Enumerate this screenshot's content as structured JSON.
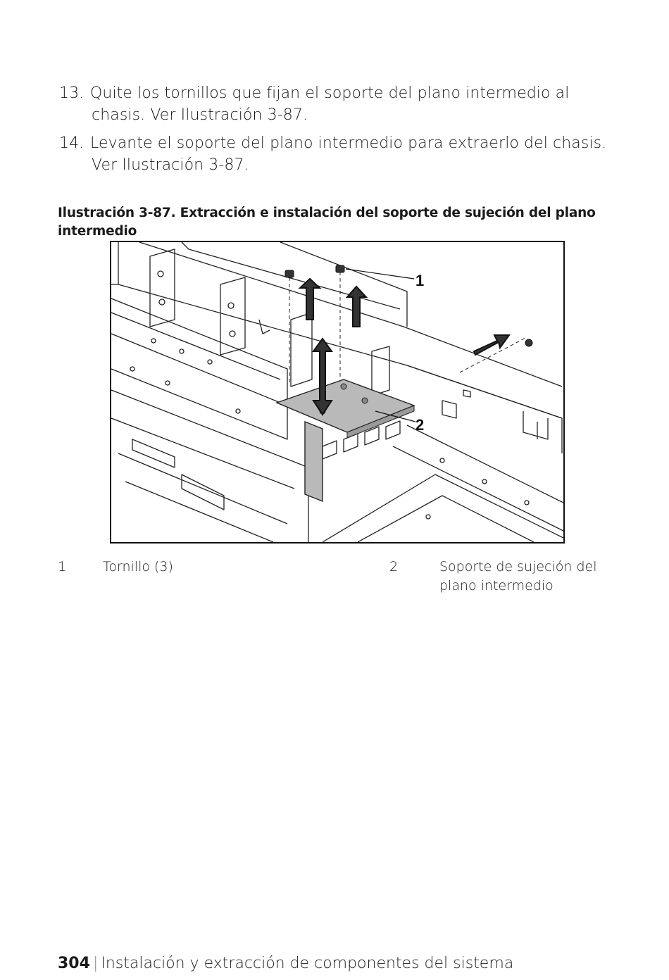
{
  "steps": [
    {
      "number": "13.",
      "line1": "Quite los tornillos que fijan el soporte del plano intermedio al",
      "line2": "chasis. Ver Ilustración 3-87."
    },
    {
      "number": "14.",
      "line1": "Levante el soporte del plano intermedio para extraerlo del chasis.",
      "line2": "Ver Ilustración 3-87."
    }
  ],
  "figure": {
    "caption_line1": "Ilustración 3-87. Extracción e instalación del soporte de sujeción del plano",
    "caption_line2": "intermedio",
    "callout_1": "1",
    "callout_2": "2"
  },
  "legend": [
    {
      "number": "1",
      "text": "Tornillo (3)"
    },
    {
      "number": "2",
      "text_line1": "Soporte de sujeción del",
      "text_line2": "plano intermedio"
    }
  ],
  "footer": {
    "page_number": "304",
    "separator": "|",
    "section": "Instalación y extracción de componentes del sistema"
  }
}
